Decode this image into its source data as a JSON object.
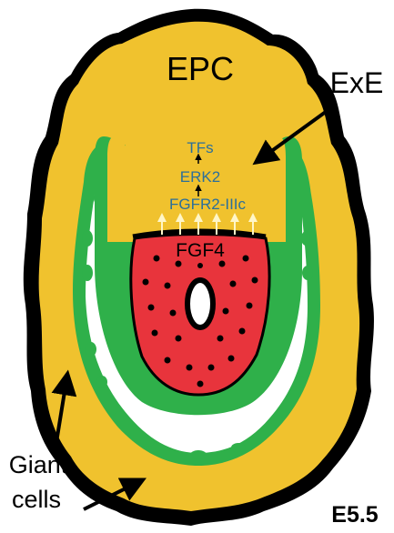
{
  "labels": {
    "epc": "EPC",
    "exe": "ExE",
    "tfs": "TFs",
    "erk2": "ERK2",
    "fgfr": "FGFR2-IIIc",
    "fgf4": "FGF4",
    "giant_line1": "Giant",
    "giant_line2": "cells",
    "stage": "E5.5"
  },
  "colors": {
    "yolk": "#f0c22e",
    "outline": "#000000",
    "green": "#2fb04a",
    "epiblast": "#e8343c",
    "signal_text": "#2c6f9a",
    "arrow_light": "#fff6c8",
    "background": "#ffffff"
  }
}
